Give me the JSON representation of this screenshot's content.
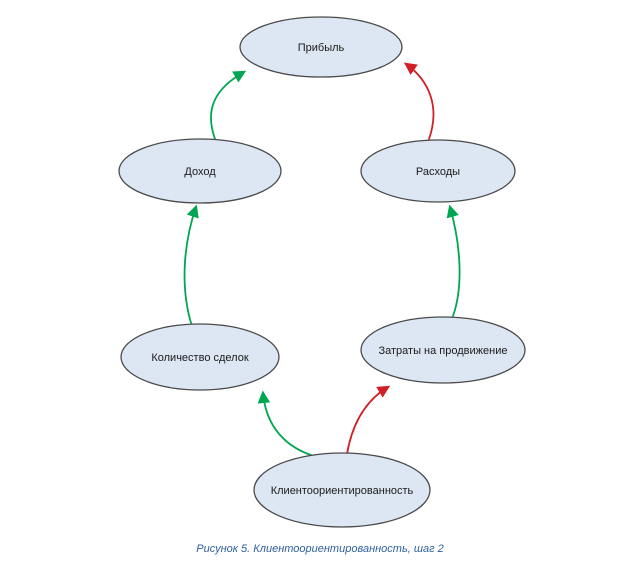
{
  "figure": {
    "caption": "Рисунок 5. Клиентоориентированность, шаг 2"
  },
  "colors": {
    "node_fill": "#dde7f3",
    "node_border": "#4a4a4a",
    "node_text": "#1a1a1a",
    "arrow_green": "#00a651",
    "arrow_red": "#d21f26",
    "caption": "#2e5f9e"
  },
  "nodes": {
    "profit": {
      "label": "Прибыль"
    },
    "income": {
      "label": "Доход"
    },
    "expenses": {
      "label": "Расходы"
    },
    "deals_count": {
      "label": "Количество сделок"
    },
    "promotion_costs": {
      "label": "Затраты на продвижение"
    },
    "customer_focus": {
      "label": "Клиентоориентированность"
    }
  },
  "edges": [
    {
      "from": "Доход",
      "to": "Прибыль",
      "color": "green"
    },
    {
      "from": "Расходы",
      "to": "Прибыль",
      "color": "red"
    },
    {
      "from": "Количество сделок",
      "to": "Доход",
      "color": "green"
    },
    {
      "from": "Затраты на продвижение",
      "to": "Расходы",
      "color": "green"
    },
    {
      "from": "Клиентоориентированность",
      "to": "Количество сделок",
      "color": "green"
    },
    {
      "from": "Клиентоориентированность",
      "to": "Затраты на продвижение",
      "color": "red"
    }
  ]
}
